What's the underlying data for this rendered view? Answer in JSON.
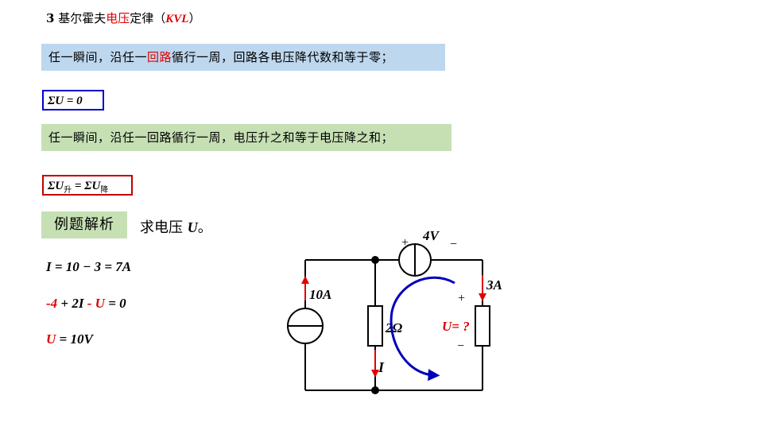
{
  "title": {
    "number": "3",
    "prefix": "基尔霍夫",
    "highlight": "电压",
    "suffix": "定律（",
    "abbr": "KVL",
    "close": "）"
  },
  "rule1": {
    "part1": "任一瞬间，沿任一",
    "highlight": "回路",
    "part2": "循行一周，回路各电压降代数和等于零；"
  },
  "eq1": "ΣU = 0",
  "rule2": "任一瞬间，沿任一回路循行一周，电压升之和等于电压降之和；",
  "eq2": {
    "lhs": "ΣU",
    "lhs_sub": "升",
    "mid": " = ΣU",
    "rhs_sub": "降"
  },
  "example": {
    "tag": "例题解析",
    "question_prefix": "求电压 ",
    "question_var": "U",
    "question_suffix": "。"
  },
  "solution": {
    "line1": "I = 10 − 3 = 7A",
    "line2_a": "-4",
    "line2_b": " + 2I ",
    "line2_c": "- U",
    "line2_d": " = 0",
    "line3_a": "U",
    "line3_b": "  = 10V"
  },
  "circuit": {
    "source_current": "10A",
    "voltage_source": "4V",
    "plus": "+",
    "minus": "−",
    "branch_current": "3A",
    "resistor": "2Ω",
    "unknown": "U= ?",
    "current_label": "I"
  },
  "colors": {
    "red": "#e00000",
    "blue_band": "#bdd7ee",
    "green_band": "#c6e0b4",
    "blue_box": "#0000cc",
    "red_box": "#c00000",
    "loop_arrow": "#0000bb"
  }
}
